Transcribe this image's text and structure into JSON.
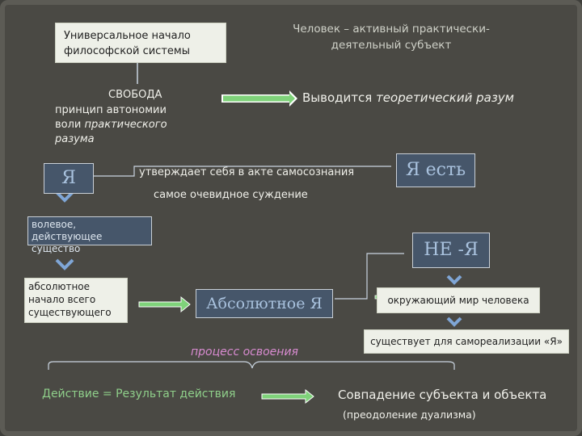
{
  "top_left_box": {
    "line1": "Универсальное начало",
    "line2": "философской системы"
  },
  "top_right": {
    "line1": "Человек – активный практически-",
    "line2": "деятельный субъект"
  },
  "freedom": {
    "title": "СВОБОДА",
    "line1": "принцип автономии",
    "line2_plain": "воли ",
    "line2_italic": "практического",
    "line3_italic": "разума"
  },
  "deduced": {
    "plain": "Выводится ",
    "italic": "теоретический разум"
  },
  "ya_box": "Я",
  "asserts": "утверждает себя в акте самосознания",
  "ya_est": "Я есть",
  "obvious": "самое очевидное суждение",
  "volitional_box": {
    "line1": "волевое, действующее",
    "line2": "существо"
  },
  "ne_ya": "НЕ -Я",
  "absolute_beginning_box": {
    "line1": "абсолютное",
    "line2": "начало всего",
    "line3": "существующего"
  },
  "absolute_ya": "Абсолютное Я",
  "surrounding_box": "окружающий мир человека",
  "exists_box": "существует для самореализации «Я»",
  "process": "процесс освоения",
  "action": "Действие = Результат действия",
  "coincidence": "Совпадение субъекта и объекта",
  "overcoming": "(преодоление дуализма)",
  "colors": {
    "arrow_green": "#7fd27a",
    "chevron_blue": "#7fa6d6",
    "dark_box": "#46566a",
    "light_box": "#eef0e8"
  }
}
